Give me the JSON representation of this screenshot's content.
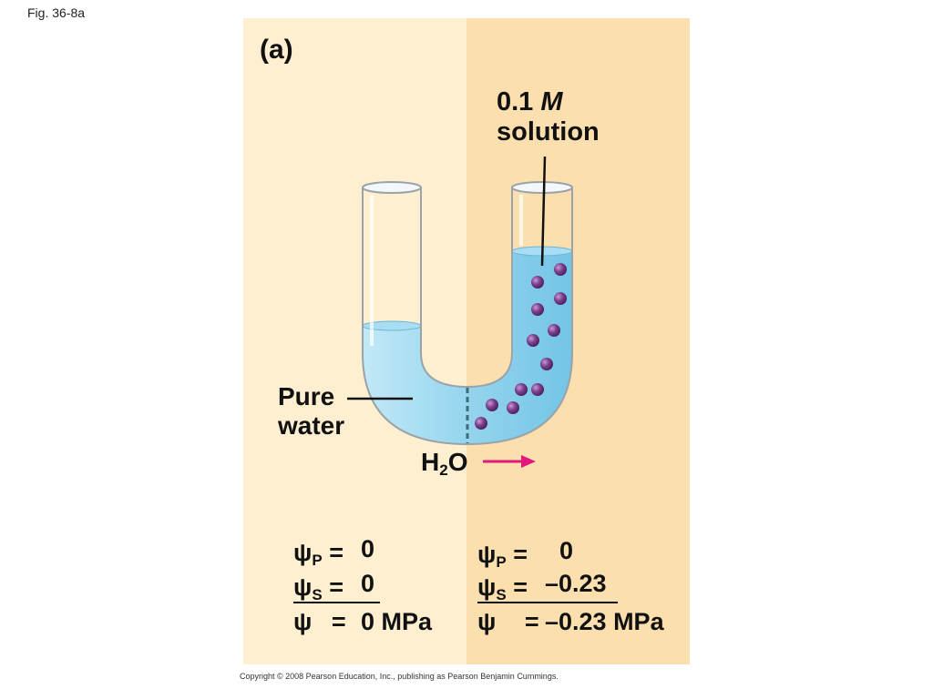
{
  "figure_label": "Fig. 36-8a",
  "panel_letter": "(a)",
  "solution_label": {
    "value": "0.1",
    "unit": "M",
    "word": "solution"
  },
  "pure_water_label": {
    "line1": "Pure",
    "line2": "water"
  },
  "water_label": {
    "main": "H",
    "sub": "2",
    "tail": "O"
  },
  "left_side": {
    "psi_p": {
      "symbol": "ψ",
      "sub": "P",
      "eq": "=",
      "value": "0"
    },
    "psi_s": {
      "symbol": "ψ",
      "sub": "S",
      "eq": "=",
      "value": "0"
    },
    "psi": {
      "symbol": "ψ",
      "eq": "=",
      "value": "0 MPa"
    }
  },
  "right_side": {
    "psi_p": {
      "symbol": "ψ",
      "sub": "P",
      "eq": "=",
      "value": "0"
    },
    "psi_s": {
      "symbol": "ψ",
      "sub": "S",
      "eq": "=",
      "value": "–0.23"
    },
    "psi": {
      "symbol": "ψ",
      "eq": "=",
      "value": "–0.23 MPa"
    }
  },
  "copyright": "Copyright © 2008 Pearson Education, Inc., publishing as Pearson Benjamin Cummings.",
  "colors": {
    "panel_left": "#fdefcf",
    "panel_right": "#fbdfae",
    "water": "#8fd4f0",
    "solute": "#7a3f8c",
    "arrow": "#e0197d"
  }
}
